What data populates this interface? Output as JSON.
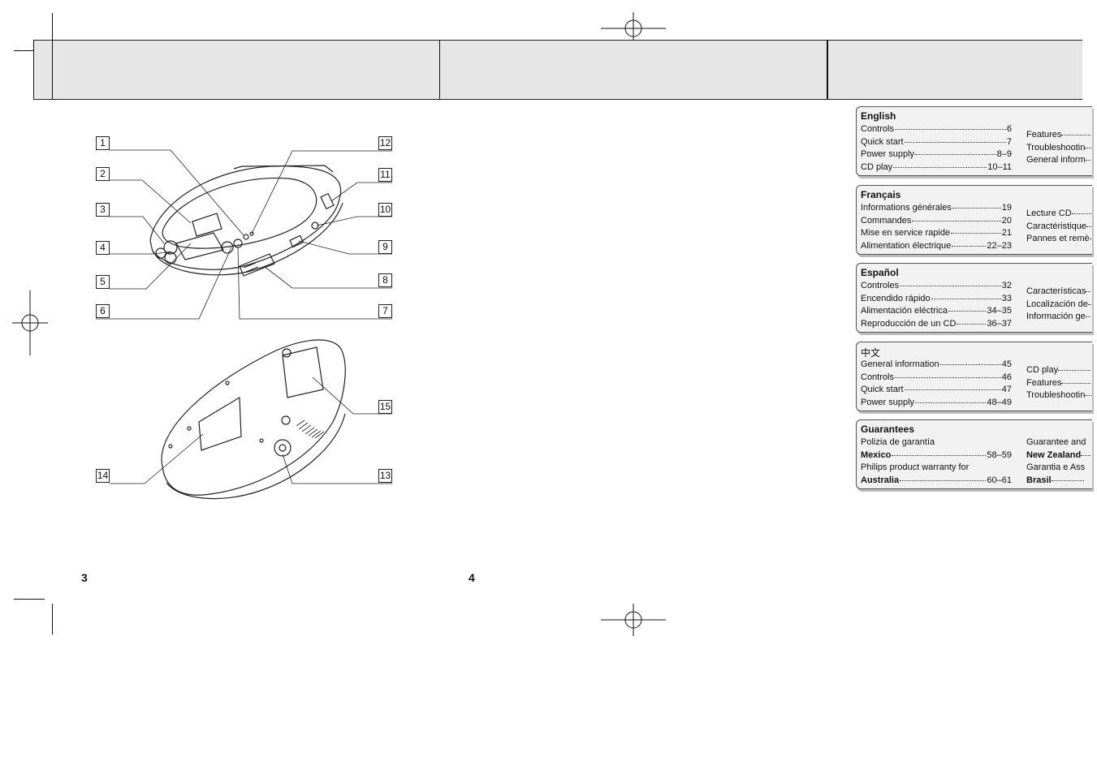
{
  "page_numbers": {
    "left": "3",
    "right": "4"
  },
  "callouts": [
    "1",
    "2",
    "3",
    "4",
    "5",
    "6",
    "7",
    "8",
    "9",
    "10",
    "11",
    "12",
    "13",
    "14",
    "15"
  ],
  "toc": [
    {
      "title": "English",
      "title_bold": true,
      "left": [
        {
          "label": "Controls",
          "page": "6"
        },
        {
          "label": "Quick start",
          "page": "7"
        },
        {
          "label": "Power supply",
          "page": "8–9"
        },
        {
          "label": "CD play",
          "page": "10–11"
        }
      ],
      "right": [
        "Features",
        "Troubleshootin",
        "General inform"
      ]
    },
    {
      "title": "Français",
      "title_bold": true,
      "left": [
        {
          "label": "Informations générales",
          "page": "19"
        },
        {
          "label": "Commandes",
          "page": "20"
        },
        {
          "label": "Mise en service rapide",
          "page": "21"
        },
        {
          "label": "Alimentation électrique",
          "page": "22–23"
        }
      ],
      "right": [
        "Lecture CD",
        "Caractéristique",
        "Pannes et remè"
      ]
    },
    {
      "title": "Español",
      "title_bold": true,
      "left": [
        {
          "label": "Controles",
          "page": "32"
        },
        {
          "label": "Encendido rápido",
          "page": "33"
        },
        {
          "label": "Alimentación eléctrica",
          "page": "34–35"
        },
        {
          "label": "Reproducción de un CD",
          "page": "36–37"
        }
      ],
      "right": [
        "Características",
        "Localización de",
        "Información ge"
      ]
    },
    {
      "title": "中文",
      "title_bold": false,
      "left": [
        {
          "label": "General information",
          "page": "45"
        },
        {
          "label": "Controls",
          "page": "46"
        },
        {
          "label": "Quick start",
          "page": "47"
        },
        {
          "label": "Power supply",
          "page": "48–49"
        }
      ],
      "right": [
        "CD play",
        "Features",
        "Troubleshootin"
      ]
    },
    {
      "title": "Guarantees",
      "title_bold": true,
      "left": [
        {
          "label": "Polizia de garantía",
          "page": ""
        },
        {
          "label": "Mexico",
          "page": "58–59",
          "bold": true
        },
        {
          "label": "Philips product warranty for",
          "page": ""
        },
        {
          "label": "Australia",
          "page": "60–61",
          "bold": true
        }
      ],
      "right": [
        "Guarantee and",
        "New Zealand",
        "Garantia e Ass",
        "Brasil"
      ]
    }
  ]
}
